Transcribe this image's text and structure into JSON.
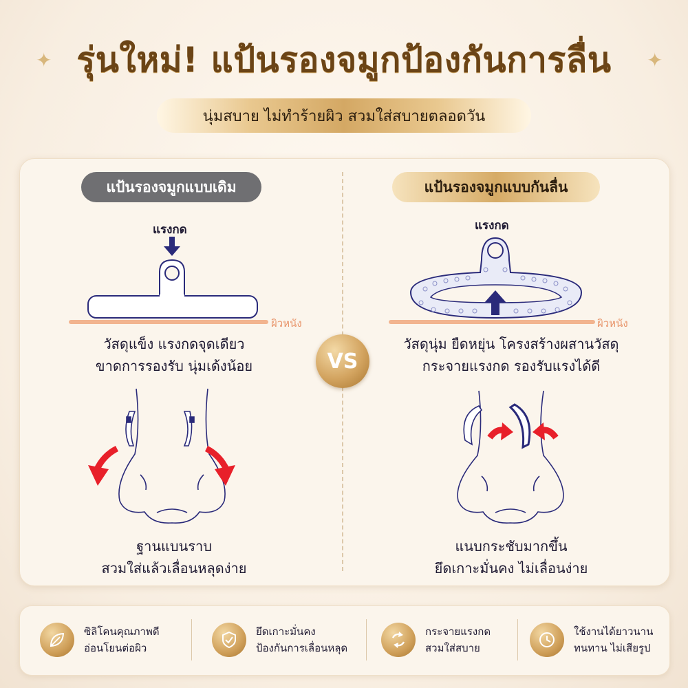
{
  "header": {
    "title": "รุ่นใหม่! แป้นรองจมูกป้องกันการลื่น",
    "subtitle": "นุ่มสบาย ไม่ทำร้ายผิว สวมใส่สบายตลอดวัน"
  },
  "left": {
    "pill": "แป้นรองจมูกแบบเดิม",
    "force_label": "แรงกด",
    "skin_label": "ผิวหนัง",
    "desc_line1": "วัสดุแข็ง แรงกดจุดเดียว",
    "desc_line2": "ขาดการรองรับ นุ่มเด้งน้อย",
    "nose_line1": "ฐานแบนราบ",
    "nose_line2": "สวมใส่แล้วเลื่อนหลุดง่าย"
  },
  "right": {
    "pill": "แป้นรองจมูกแบบกันลื่น",
    "force_label": "แรงกด",
    "skin_label": "ผิวหนัง",
    "desc_line1": "วัสดุนุ่ม ยืดหยุ่น โครงสร้างผสานวัสดุ",
    "desc_line2": "กระจายแรงกด รองรับแรงได้ดี",
    "nose_line1": "แนบกระชับมากขึ้น",
    "nose_line2": "ยึดเกาะมั่นคง ไม่เลื่อนง่าย"
  },
  "vs_label": "VS",
  "features": [
    {
      "icon": "leaf-icon",
      "line1": "ซิลิโคนคุณภาพดี",
      "line2": "อ่อนโยนต่อผิว"
    },
    {
      "icon": "shield-check-icon",
      "line1": "ยึดเกาะมั่นคง",
      "line2": "ป้องกันการเลื่อนหลุด"
    },
    {
      "icon": "cycle-arrows-icon",
      "line1": "กระจายแรงกด",
      "line2": "สวมใส่สบาย"
    },
    {
      "icon": "clock-icon",
      "line1": "ใช้งานได้ยาวนาน",
      "line2": "ทนทาน ไม่เสียรูป"
    }
  ],
  "colors": {
    "title": "#6b4416",
    "gold": "#d4a864",
    "navy": "#2a2a7a",
    "arrow_red": "#e8202a",
    "skin": "#f2b48f"
  }
}
